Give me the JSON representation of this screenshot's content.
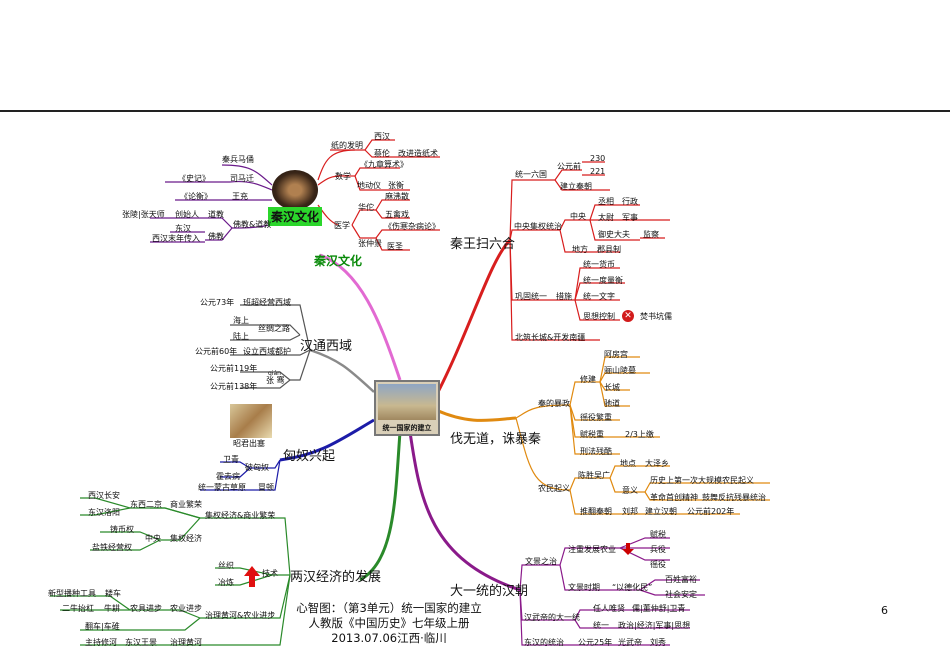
{
  "page_number": "6",
  "center_label": "统一国家的建立",
  "caption": {
    "line1": "心智图：（第3单元）统一国家的建立",
    "line2": "人教版《中国历史》七年级上册",
    "line3": "2013.07.06江西·临川"
  },
  "branches": {
    "qin_unify": "秦王扫六合",
    "qin_fall": "伐无道，诛暴秦",
    "han": "大一统的汉朝",
    "culture": "秦汉文化",
    "culture_tag": "秦汉文化",
    "west": "汉通西域",
    "xiongnu": "匈奴兴起",
    "economy": "两汉经济的发展"
  },
  "labels": {
    "paper": "纸的发明",
    "xihan": "西汉",
    "cailun": "蔡伦",
    "cailun_note": "改进造纸术",
    "math": "数学",
    "jiuzhang": "《九章算术》",
    "dizhen": "地动仪",
    "zhangheng": "张衡",
    "yixue": "医学",
    "huatuo": "华佗",
    "mafei": "麻沸散",
    "wuqin": "五禽戏",
    "shanghan": "《伤寒杂病论》",
    "zhangzj": "张仲景",
    "yisheng": "医圣",
    "bingma": "秦兵马俑",
    "shiji": "《史记》",
    "simaqian": "司马迁",
    "lunheng": "《论衡》",
    "wangchong": "王充",
    "daojiao": "道教",
    "fojiao": "佛教",
    "fodao": "佛教&道教",
    "zhangjiao": "东汉",
    "chuangshi": "创始人",
    "zhangling": "张陵|张天师",
    "dongxi": "西汉末年传入",
    "tongyi": "统一六国",
    "gongyuan": "公元前",
    "y230": "230",
    "y221": "221",
    "jianli_qin": "建立秦朝",
    "zhongyang": "中央集权统治",
    "zy": "中央",
    "chengxiang": "丞相",
    "xingzheng": "行政",
    "taiwei": "太尉",
    "junshi": "军事",
    "yushi": "御史大夫",
    "jiancha": "监察",
    "difang": "地方",
    "junxian": "郡县制",
    "gonggu": "巩固统一",
    "cuoshi": "措施",
    "huobi": "统一货币",
    "duliang": "统一度量衡",
    "wenzi": "统一文字",
    "sixiang": "思想控制",
    "fenshu": "焚书坑儒",
    "changcheng": "北筑长城&开发南疆",
    "baozheng": "秦的暴政",
    "xiujian": "修建",
    "epang": "阿房宫",
    "lishan": "骊山陵墓",
    "cheng": "长城",
    "chidao": "驰道",
    "yaoyi": "徭役繁重",
    "fushui": "赋税重",
    "shangjiao": "2/3上缴",
    "xingfa": "刑法残酷",
    "nongmin": "农民起义",
    "chensheng": "陈胜吴广",
    "didian": "地点",
    "daze": "大泽乡",
    "yiyi": "意义",
    "lishi": "历史上第一次大规模农民起义",
    "geming": "革命首创精神",
    "guwu": "鼓舞反抗残暴统治",
    "tuifan": "推翻秦朝",
    "liubang": "刘邦",
    "xihanjl": "建立汉朝",
    "y202": "公元前202年",
    "wenjing": "文景之治",
    "zhongnong": "注重发展农业",
    "fushui2": "赋税",
    "xingyi": "兵役",
    "laoyi": "徭役",
    "wenditime": "文景时期",
    "yide": "“以德化民”",
    "baixing": "百姓富裕",
    "shehui": "社会安定",
    "wudi": "汉武帝的大一统",
    "renyong": "任人唯贤",
    "dong": "儒|董仲舒|卫青",
    "tongyi2": "统一",
    "zhengzhi": "政治|经济|军事|思想",
    "guangwu": "东汉的统治",
    "y25": "公元25年",
    "guangwudi": "光武帝",
    "liuxiu": "刘秀",
    "ban": "公元73年",
    "banchao": "班超经营西域",
    "haishang": "海上",
    "silu": "丝绸之路",
    "lushang": "陆上",
    "y60": "公元前60年",
    "duhu": "设立西域都护",
    "y119": "公元前119年",
    "zhangqian": "张 骞",
    "qin": "qián",
    "y138": "公元前138年",
    "zhaojun": "昭君出塞",
    "weiqing": "卫青",
    "poxiongnu": "破匈奴",
    "huoqu": "霍去病",
    "modun": "统一蒙古草原",
    "maodun": "冒顿",
    "chaoan": "西汉长安",
    "luoyang": "东汉洛阳",
    "erjing": "东西二京",
    "shangye": "商业繁荣",
    "jizhong": "集权经济&商业繁荣",
    "zhubi": "铸币权",
    "yantie": "盐铁经营权",
    "zhongyang2": "中央",
    "jiquanjj": "集权经济",
    "jishu": "技术",
    "zhuye": "冶炼",
    "sichou": "丝织",
    "xinxing": "新型播种工具",
    "louche": "耧车",
    "ergong": "二牛抬杠",
    "niuli": "牛耕",
    "nongju": "农具进步",
    "nongye": "农业进步",
    "zhili": "治理黄河&农业进步",
    "fanche": "翻车|车碓",
    "zhuchi": "主持修河",
    "wangjing": "东汉王景",
    "huanghe": "治理黄河"
  },
  "colors": {
    "red": "#d81e1e",
    "green": "#2a8a2a",
    "blue": "#1c1ca8",
    "purple": "#8a1a8a",
    "orange": "#e08a10",
    "pink": "#e26ad2",
    "gray": "#8a8a8a"
  }
}
